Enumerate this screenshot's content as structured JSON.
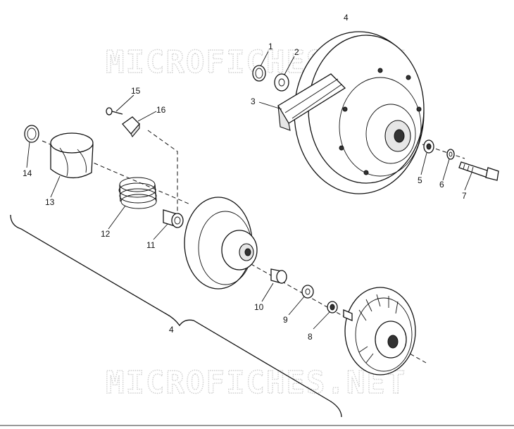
{
  "watermark": {
    "top": "MICROFICHES.NET",
    "bottom": "MICROFICHES.NET"
  },
  "callouts": {
    "c1": "1",
    "c2": "2",
    "c3": "3",
    "c4_top": "4",
    "c4_bracket": "4",
    "c5": "5",
    "c6": "6",
    "c7": "7",
    "c8": "8",
    "c9": "9",
    "c10": "10",
    "c11": "11",
    "c12": "12",
    "c13": "13",
    "c14": "14",
    "c15": "15",
    "c16": "16"
  }
}
